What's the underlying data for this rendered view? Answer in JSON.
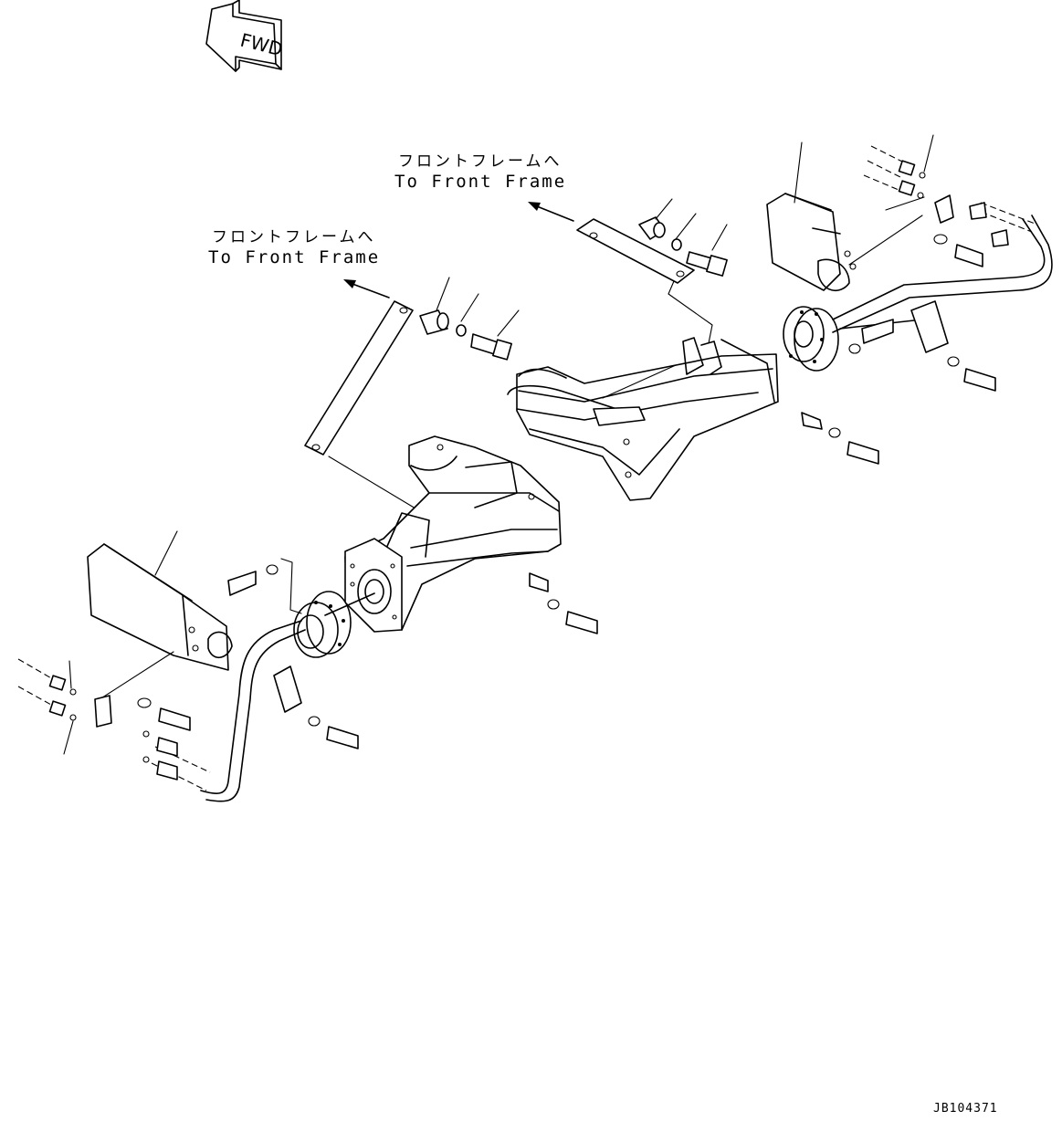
{
  "fwd_label": "FWD",
  "callouts": [
    {
      "jp": "フロントフレームへ",
      "en": "To Front Frame"
    },
    {
      "jp": "フロントフレームへ",
      "en": "To Front Frame"
    }
  ],
  "drawing_code": "JB104371"
}
